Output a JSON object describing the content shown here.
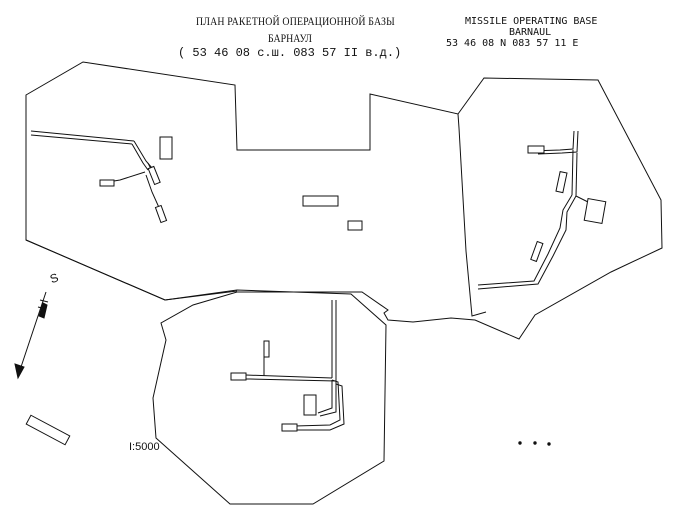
{
  "title": {
    "ru_line1": "ПЛАН РАКЕТНОЙ ОПЕРАЦИОННОЙ БАЗЫ",
    "ru_line2": "БАРНАУЛ",
    "ru_line3": "( 53 46 08 с.ш.  083 57 II в.д.)",
    "en_line1": "MISSILE OPERATING BASE",
    "en_line2": "BARNAUL",
    "en_line3": "53 46 08 N   083 57 11 E"
  },
  "scale_label": "I:5000",
  "north_label": "S",
  "icons": [
    "north-arrow-icon"
  ],
  "colors": {
    "ink": "#111111",
    "paper": "#ffffff"
  }
}
